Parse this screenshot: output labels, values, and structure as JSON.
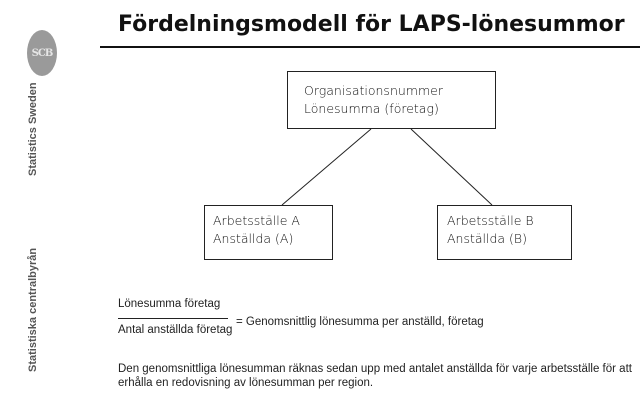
{
  "sidebar": {
    "logo_text": "SCB",
    "vertical_label_1": "Statistics Sweden",
    "vertical_label_2": "Statistiska centralbyrån"
  },
  "title": "Fördelningsmodell för LAPS-lönesummor",
  "diagram": {
    "top_box": {
      "line1": "Organisationsnummer",
      "line2": "Lönesumma (företag)"
    },
    "left_box": {
      "line1": "Arbetsställe A",
      "line2": "Anställda (A)"
    },
    "right_box": {
      "line1": "Arbetsställe B",
      "line2": "Anställda (B)"
    }
  },
  "formula": {
    "numerator": "Lönesumma företag",
    "denominator": "Antal anställda företag",
    "result": "= Genomsnittlig lönesumma per anställd, företag"
  },
  "paragraph": "Den genomsnittliga lönesumman räknas sedan upp med antalet anställda för varje arbetsställe för att erhålla en redovisning av lönesumman per region."
}
